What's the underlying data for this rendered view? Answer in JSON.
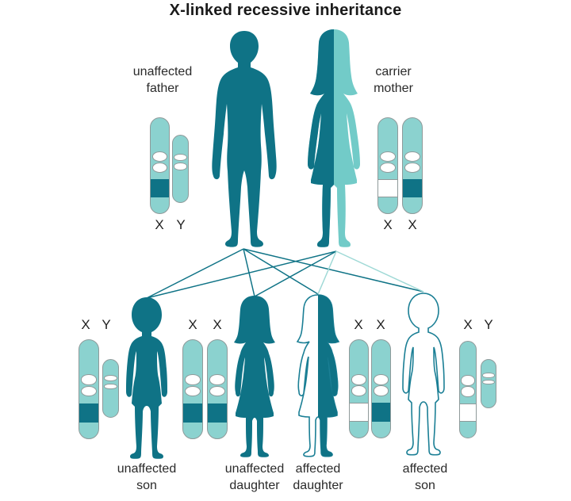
{
  "title": "X-linked recessive inheritance",
  "colors": {
    "dark": "#0f7386",
    "light": "#72cbc8",
    "chrom": "#8bd2cf",
    "chromStroke": "#8f9a9a",
    "outline": "#1b7f95",
    "lineLight": "#9fd9d6",
    "text": "#2a2a2a"
  },
  "parents": {
    "father": {
      "label": "unaffected\nfather",
      "status": "unaffected",
      "chromosomes": [
        {
          "label": "X",
          "band": "dark"
        },
        {
          "label": "Y",
          "band": "none"
        }
      ]
    },
    "mother": {
      "label": "carrier\nmother",
      "status": "carrier",
      "chromosomes": [
        {
          "label": "X",
          "band": "white"
        },
        {
          "label": "X",
          "band": "dark"
        }
      ]
    }
  },
  "children": [
    {
      "id": "unaffected-son",
      "label": "unaffected\nson",
      "status": "unaffected",
      "chromosomes": [
        {
          "label": "X",
          "band": "dark"
        },
        {
          "label": "Y",
          "band": "none"
        }
      ]
    },
    {
      "id": "unaffected-daughter",
      "label": "unaffected\ndaughter",
      "status": "unaffected",
      "chromosomes": [
        {
          "label": "X",
          "band": "dark"
        },
        {
          "label": "X",
          "band": "dark"
        }
      ]
    },
    {
      "id": "affected-daughter",
      "label": "affected\ndaughter",
      "status": "affected",
      "chromosomes": [
        {
          "label": "X",
          "band": "white"
        },
        {
          "label": "X",
          "band": "dark"
        }
      ]
    },
    {
      "id": "affected-son",
      "label": "affected\nson",
      "status": "affected",
      "chromosomes": [
        {
          "label": "X",
          "band": "white"
        },
        {
          "label": "Y",
          "band": "none"
        }
      ]
    }
  ],
  "connections": [
    {
      "from": "father",
      "to": "unaffected-son",
      "style": "dark"
    },
    {
      "from": "father",
      "to": "unaffected-daughter",
      "style": "dark"
    },
    {
      "from": "father",
      "to": "affected-daughter",
      "style": "dark"
    },
    {
      "from": "father",
      "to": "affected-son",
      "style": "dark"
    },
    {
      "from": "mother",
      "to": "unaffected-son",
      "style": "dark"
    },
    {
      "from": "mother",
      "to": "unaffected-daughter",
      "style": "dark"
    },
    {
      "from": "mother",
      "to": "affected-daughter",
      "style": "light"
    },
    {
      "from": "mother",
      "to": "affected-son",
      "style": "light"
    }
  ]
}
